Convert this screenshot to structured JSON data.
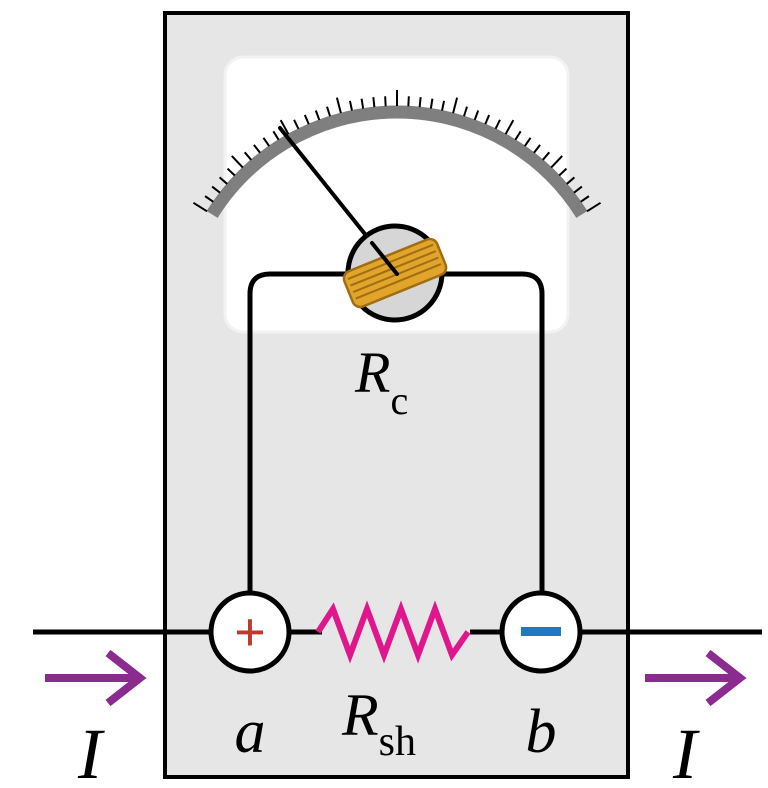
{
  "labels": {
    "coil_resistance": {
      "symbol": "R",
      "subscript": "c"
    },
    "shunt_resistance": {
      "symbol": "R",
      "subscript": "sh"
    },
    "terminal_a": "a",
    "terminal_b": "b",
    "current_left": "I",
    "current_right": "I",
    "plus_sign": "+",
    "minus_sign": "−"
  },
  "colors": {
    "housing_fill": "#e6e6e6",
    "face_fill": "#ffffff",
    "scale_arc": "#7f7f7f",
    "wire": "#000000",
    "coil_gold": "#e0a52a",
    "shunt_magenta": "#e0168c",
    "plus_red": "#c0392b",
    "minus_blue": "#1f78c1",
    "current_arrow_purple": "#8b2a8f",
    "pivot_gray": "#d6d6d6"
  },
  "icons": {
    "needle": "meter-needle-icon",
    "coil": "coil-winding-icon",
    "shunt": "zigzag-resistor-icon",
    "arrow": "current-arrow-icon"
  }
}
